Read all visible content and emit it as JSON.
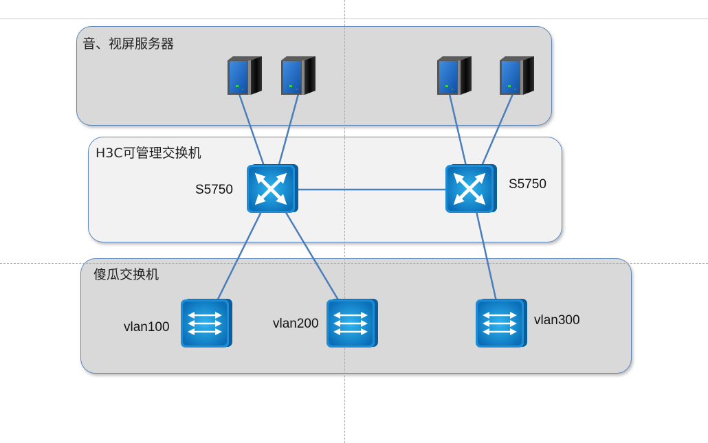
{
  "diagram": {
    "groups": {
      "servers": {
        "title": "音、视屏服务器"
      },
      "core": {
        "title": "H3C可管理交换机"
      },
      "access": {
        "title": "傻瓜交换机"
      }
    },
    "nodes": {
      "server1": {
        "type": "server-icon"
      },
      "server2": {
        "type": "server-icon"
      },
      "server3": {
        "type": "server-icon"
      },
      "server4": {
        "type": "server-icon"
      },
      "core1": {
        "type": "layer3-switch-icon",
        "label": "S5750"
      },
      "core2": {
        "type": "layer3-switch-icon",
        "label": "S5750"
      },
      "access1": {
        "type": "layer2-switch-icon",
        "label": "vlan100"
      },
      "access2": {
        "type": "layer2-switch-icon",
        "label": "vlan200"
      },
      "access3": {
        "type": "layer2-switch-icon",
        "label": "vlan300"
      }
    },
    "links": [
      [
        "server1",
        "core1"
      ],
      [
        "server2",
        "core1"
      ],
      [
        "server3",
        "core2"
      ],
      [
        "server4",
        "core2"
      ],
      [
        "core1",
        "core2"
      ],
      [
        "core1",
        "access1"
      ],
      [
        "core1",
        "access2"
      ],
      [
        "core2",
        "access3"
      ]
    ],
    "colors": {
      "link": "#4a7ebb",
      "group_border": "#5b86be",
      "device_blue": "#1f8dd6"
    }
  }
}
